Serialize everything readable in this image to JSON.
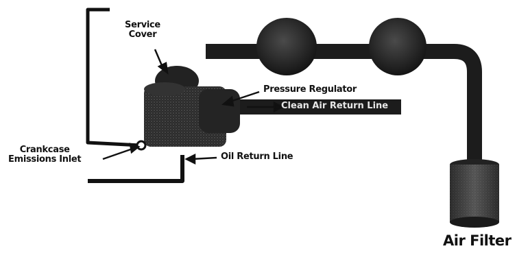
{
  "labels": {
    "service_cover_line1": "Service",
    "service_cover_line2": "Cover",
    "pressure_regulator": "Pressure Regulator",
    "clean_air_return_line": "Clean Air Return Line",
    "crankcase_line1": "Crankcase",
    "crankcase_line2": "Emissions Inlet",
    "oil_return_line": "Oil Return Line",
    "air_filter": "Air Filter"
  },
  "colors": {
    "ink": "#111111",
    "component": "#1c1c1c",
    "background": "#ffffff"
  }
}
